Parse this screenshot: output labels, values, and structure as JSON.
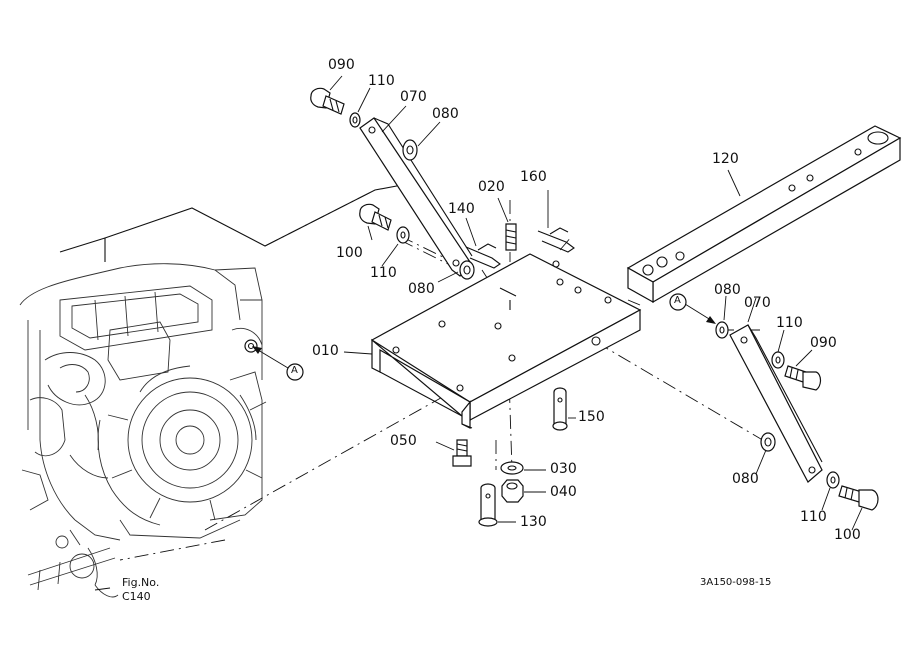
{
  "labels": {
    "p090a": "090",
    "p110a": "110",
    "p070a": "070",
    "p080a": "080",
    "p100a": "100",
    "p110b": "110",
    "p080b": "080",
    "p020": "020",
    "p160": "160",
    "p140": "140",
    "p120": "120",
    "p010": "010",
    "pA1": "A",
    "pA2": "A",
    "p080c": "080",
    "p070b": "070",
    "p110c": "110",
    "p090b": "090",
    "p150": "150",
    "p050": "050",
    "p030": "030",
    "p040": "040",
    "p130": "130",
    "p080d": "080",
    "p110d": "110",
    "p100b": "100"
  },
  "fig_ref": {
    "line1": "Fig.No.",
    "line2": "C140"
  },
  "drawing_code": "3A150-098-15"
}
